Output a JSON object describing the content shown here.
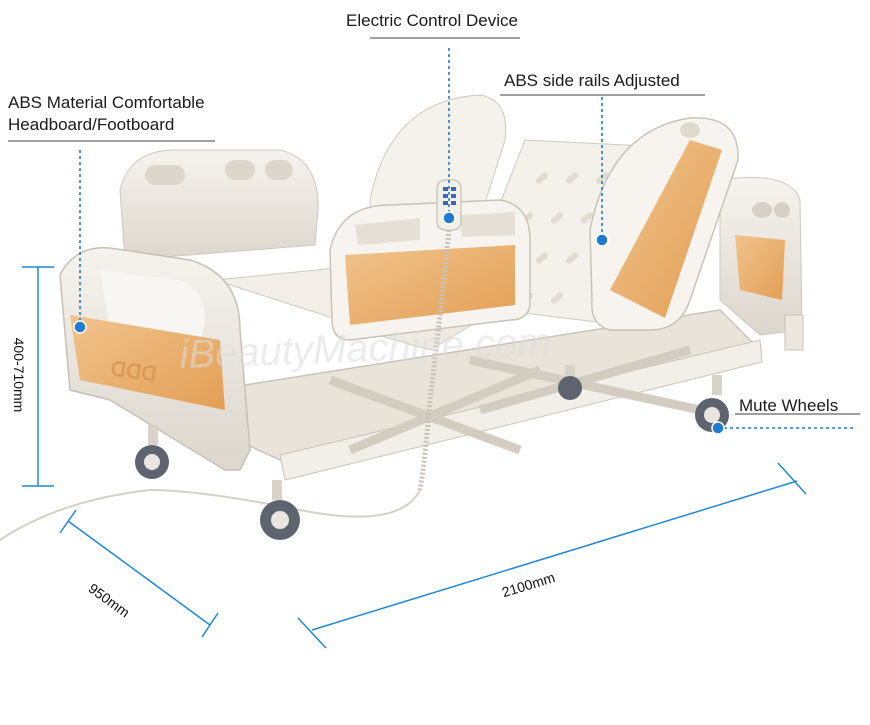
{
  "callouts": {
    "control_device": "Electric Control Device",
    "side_rails": "ABS side rails Adjusted",
    "headboard_line1": "ABS Material Comfortable",
    "headboard_line2": "Headboard/Footboard",
    "wheels": "Mute Wheels"
  },
  "dimensions": {
    "height": "400-710mm",
    "width": "950mm",
    "length": "2100mm"
  },
  "watermark": "iBeautyMachine.com",
  "colors": {
    "frame": "#ebe6de",
    "panel_orange": "#e8b071",
    "dimension_line": "#1f88d6",
    "callout_dot": "#1f7bd2",
    "wheel": "#5d6470"
  }
}
